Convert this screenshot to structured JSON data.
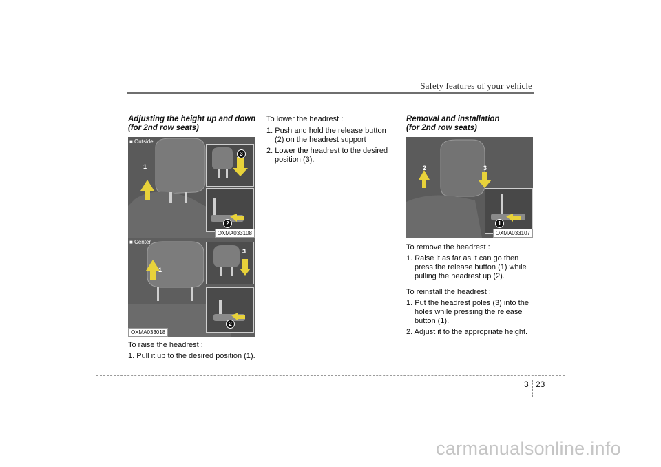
{
  "header": {
    "title": "Safety features of your vehicle"
  },
  "left": {
    "heading_line1": "Adjusting the height up and down",
    "heading_line2": "(for 2nd row seats)",
    "fig1": {
      "label": "■ Outside",
      "code": "OXMA033108",
      "n1": "1",
      "n2": "2",
      "n3": "3"
    },
    "fig2": {
      "label": "■ Center",
      "code": "OXMA033018",
      "n1": "1",
      "n2": "2",
      "n3": "3"
    },
    "raise_title": "To raise the headrest :",
    "raise_step1": "1. Pull it up to the desired position (1)."
  },
  "mid": {
    "lower_title": "To lower the headrest :",
    "step1": "1. Push and hold the release button (2) on the headrest support",
    "step2": "2. Lower the headrest to the desired position (3)."
  },
  "right": {
    "heading_line1": "Removal and installation",
    "heading_line2": "(for 2nd row seats)",
    "fig3": {
      "code": "OXMA033107",
      "n1": "1",
      "n2": "2",
      "n3": "3"
    },
    "remove_title": "To remove the headrest :",
    "remove_step1": "1. Raise it as far as it can go then press the release button (1) while pulling the headrest up (2).",
    "reinstall_title": "To reinstall the headrest :",
    "reinstall_step1": "1. Put the headrest poles (3) into the holes while pressing the release button (1).",
    "reinstall_step2": "2. Adjust it to the appropriate height."
  },
  "footer": {
    "chapter": "3",
    "page": "23"
  },
  "watermark": "carmanualsonline.info",
  "colors": {
    "arrow": "#e8d23a",
    "rule": "#6f6f6f",
    "photo": "#5c5c5c"
  }
}
